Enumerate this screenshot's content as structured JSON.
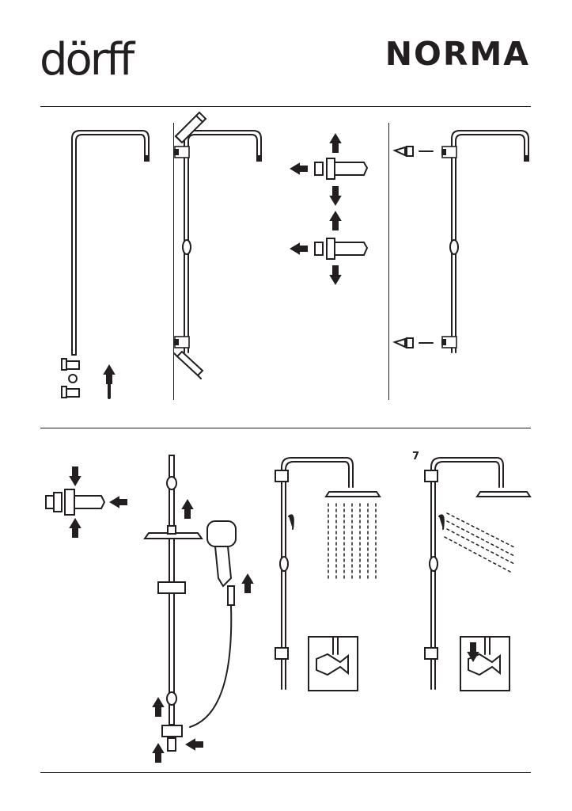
{
  "header": {
    "brand_logo": "dörff",
    "model_name": "NORMA"
  },
  "steps": {
    "label_7": "7"
  },
  "icons": [
    "pencil-icon",
    "arrow-up-icon",
    "arrow-down-icon",
    "arrow-left-icon",
    "water-spray-icon",
    "diverter-icon"
  ]
}
